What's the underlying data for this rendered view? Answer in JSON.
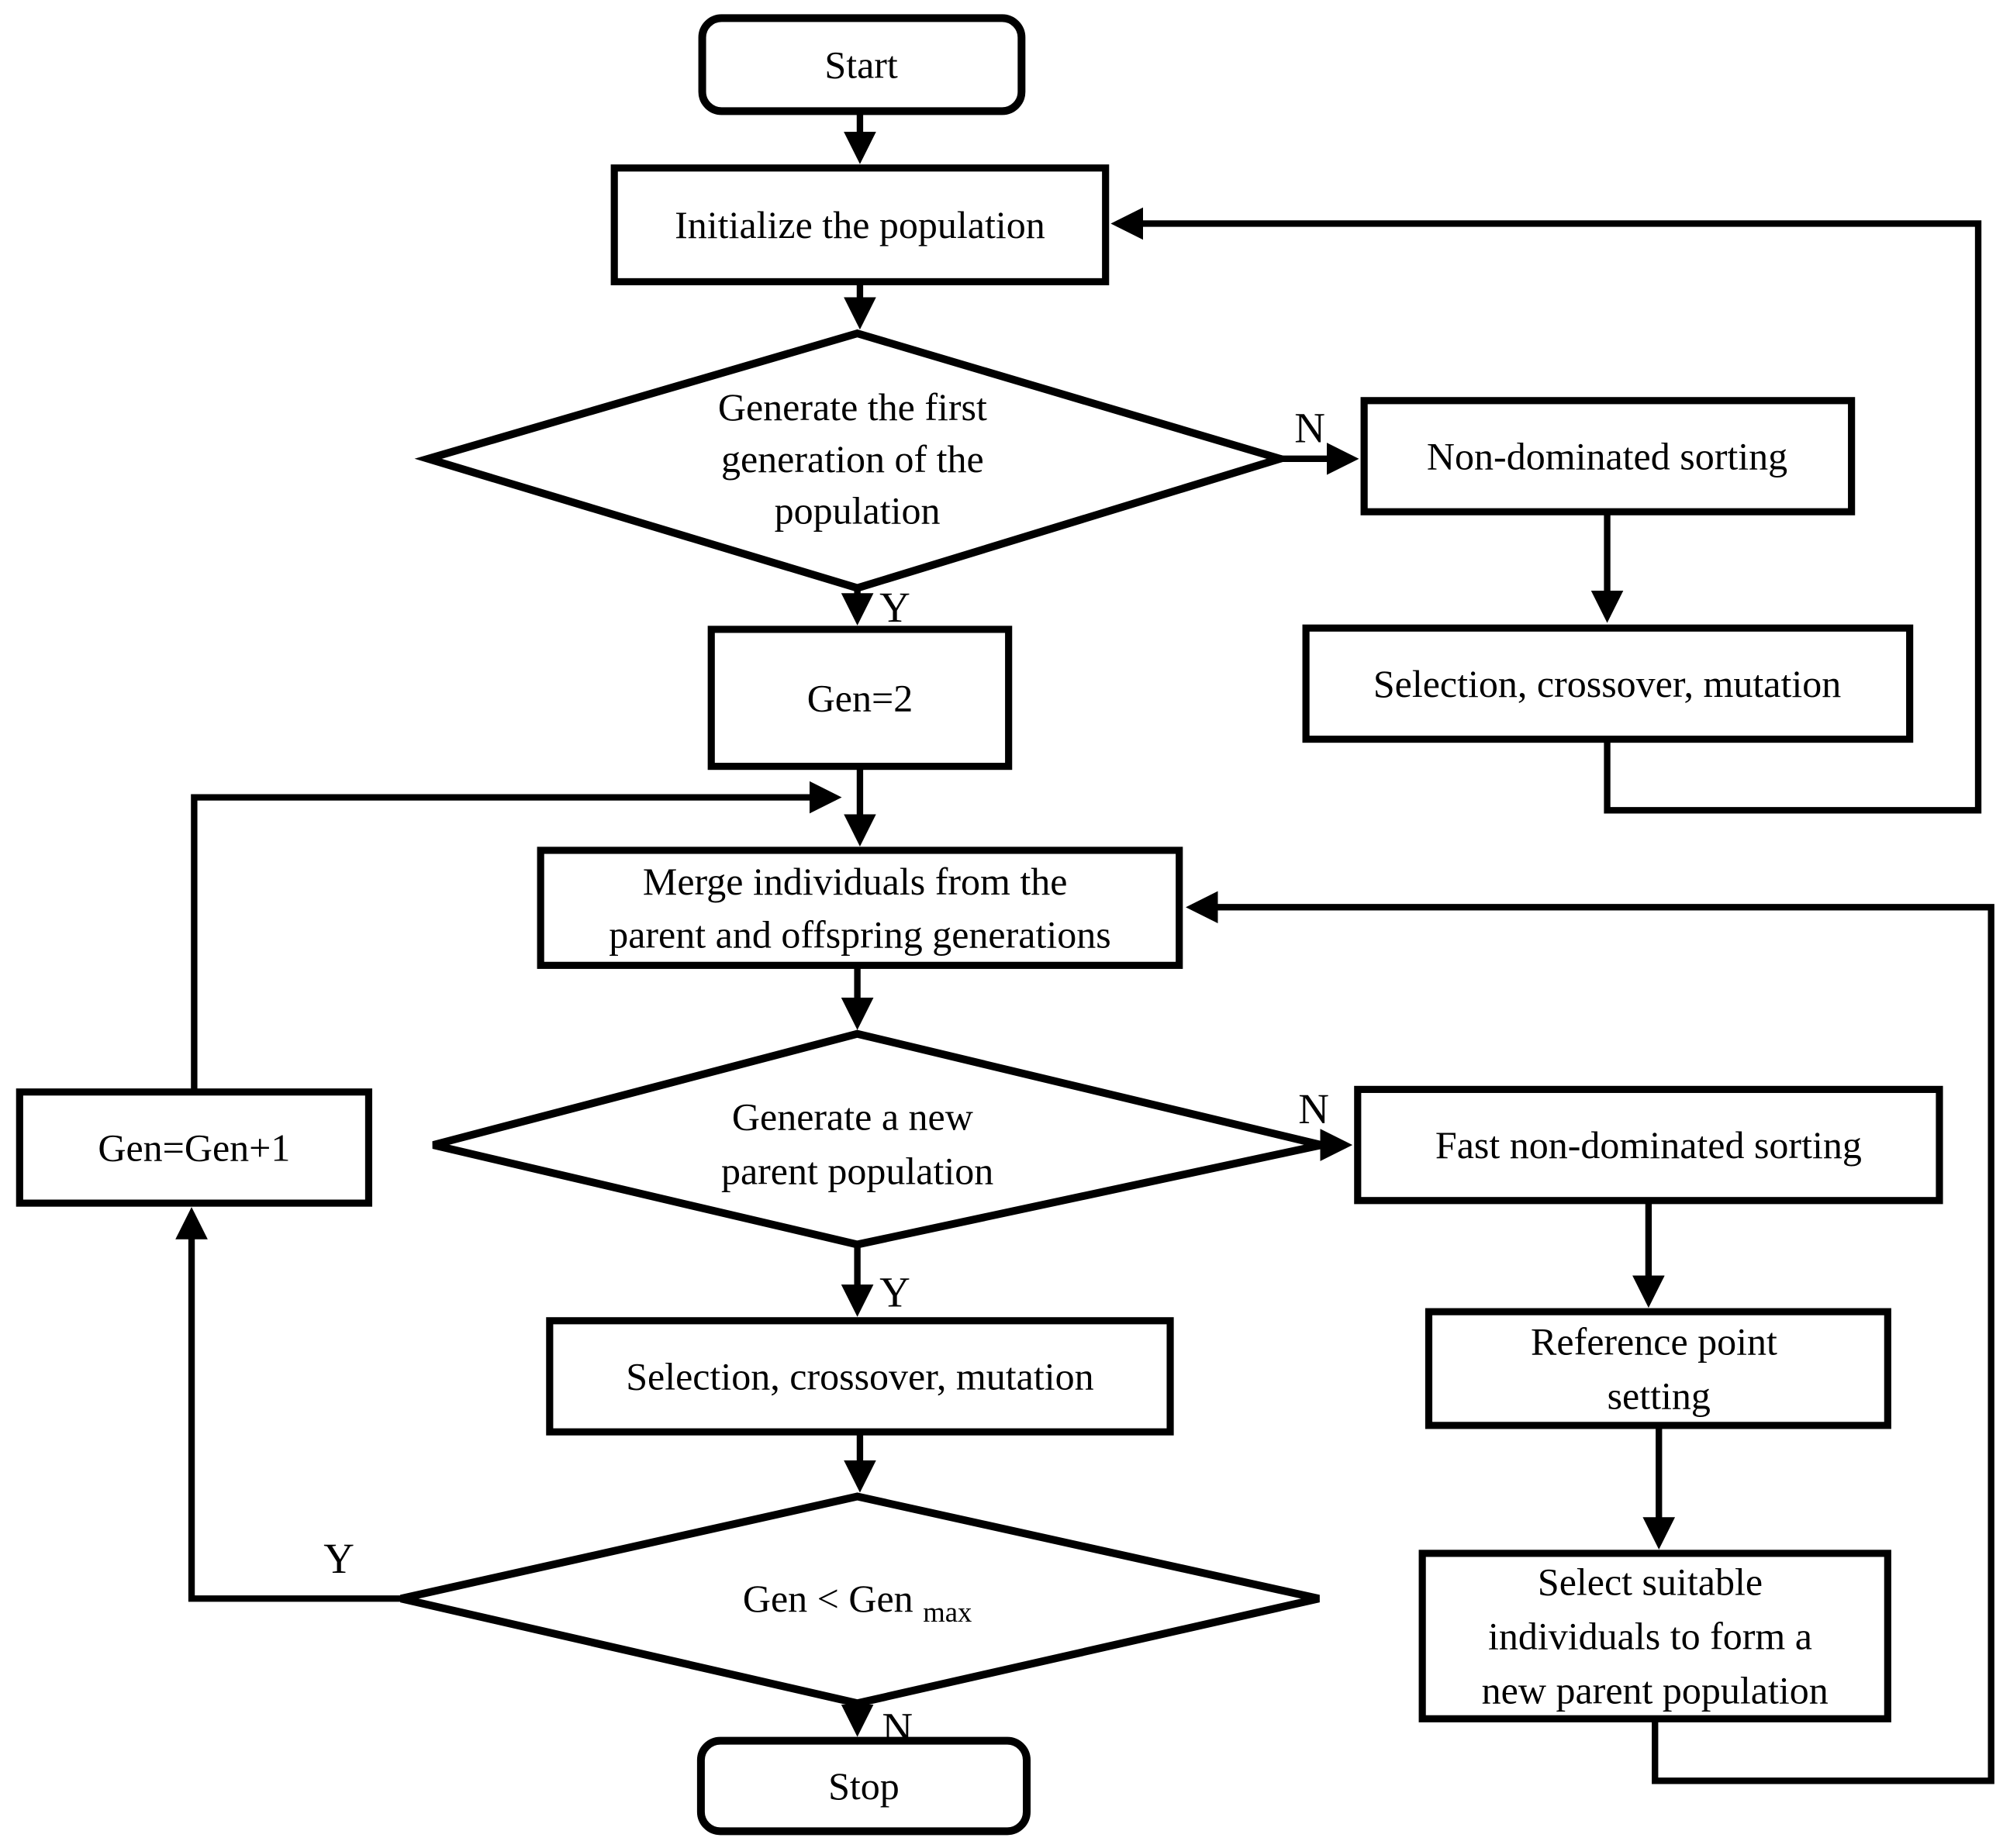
{
  "figure": {
    "background": "#ffffff",
    "line_color": "#000000",
    "node_fill": "#ffffff",
    "text_color": "#000000"
  },
  "nodes": {
    "start": {
      "type": "terminator",
      "label": "Start"
    },
    "initialize": {
      "type": "process",
      "label": "Initialize the population"
    },
    "d1": {
      "type": "decision",
      "lines": [
        "Generate the first",
        "generation of the",
        "population"
      ]
    },
    "nds": {
      "type": "process",
      "label": "Non-dominated sorting"
    },
    "scm_right": {
      "type": "process",
      "label": "Selection, crossover, mutation"
    },
    "gen2": {
      "type": "process",
      "label": "Gen=2"
    },
    "merge": {
      "type": "process",
      "lines": [
        "Merge individuals from the",
        "parent and offspring generations"
      ]
    },
    "d2": {
      "type": "decision",
      "lines": [
        "Generate a new",
        "parent population"
      ]
    },
    "fnds": {
      "type": "process",
      "label": "Fast non-dominated sorting"
    },
    "gen_inc": {
      "type": "process",
      "label": "Gen=Gen+1"
    },
    "scm_mid": {
      "type": "process",
      "label": "Selection, crossover, mutation"
    },
    "rps": {
      "type": "process",
      "lines": [
        "Reference point",
        "setting"
      ]
    },
    "d3": {
      "type": "decision",
      "label_main": "Gen < Gen",
      "label_sub": "max"
    },
    "select": {
      "type": "process",
      "lines": [
        "Select suitable",
        "individuals to form a",
        "new parent population"
      ]
    },
    "stop": {
      "type": "terminator",
      "label": "Stop"
    }
  },
  "edges": {
    "d1_no": "N",
    "d1_yes": "Y",
    "d2_no": "N",
    "d2_yes": "Y",
    "d3_yes": "Y",
    "d3_no": "N"
  }
}
